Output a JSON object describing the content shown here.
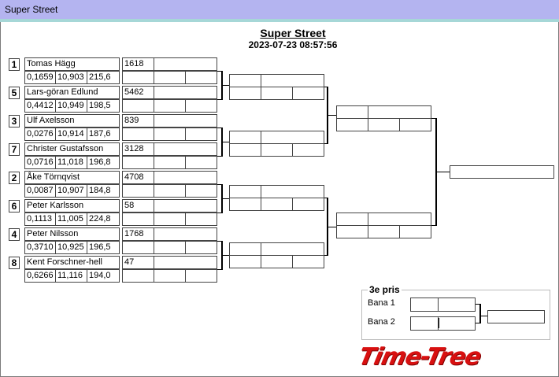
{
  "window": {
    "title": "Super Street"
  },
  "header": {
    "title": "Super Street",
    "datetime": "2023-07-23 08:57:56"
  },
  "racers": [
    {
      "seed": "1",
      "name": "Tomas Hägg",
      "number": "1618",
      "reaction": "0,1659",
      "time": "10,903",
      "speed": "215,6"
    },
    {
      "seed": "5",
      "name": "Lars-göran Edlund",
      "number": "5462",
      "reaction": "0,4412",
      "time": "10,949",
      "speed": "198,5"
    },
    {
      "seed": "3",
      "name": "Ulf Axelsson",
      "number": "839",
      "reaction": "0,0276",
      "time": "10,914",
      "speed": "187,6"
    },
    {
      "seed": "7",
      "name": "Christer Gustafsson",
      "number": "3128",
      "reaction": "0,0716",
      "time": "11,018",
      "speed": "196,8"
    },
    {
      "seed": "2",
      "name": "Åke Törnqvist",
      "number": "4708",
      "reaction": "0,0087",
      "time": "10,907",
      "speed": "184,8"
    },
    {
      "seed": "6",
      "name": "Peter Karlsson",
      "number": "58",
      "reaction": "0,1113",
      "time": "11,005",
      "speed": "224,8"
    },
    {
      "seed": "4",
      "name": "Peter Nilsson",
      "number": "1768",
      "reaction": "0,3710",
      "time": "10,925",
      "speed": "196,5"
    },
    {
      "seed": "8",
      "name": "Kent Forschner-hell",
      "number": "47",
      "reaction": "0,6266",
      "time": "11,116",
      "speed": "194,0"
    }
  ],
  "third_place": {
    "title": "3e pris",
    "lane1": "Bana 1",
    "lane2": "Bana 2"
  },
  "logo": {
    "text": "Time-Tree"
  }
}
